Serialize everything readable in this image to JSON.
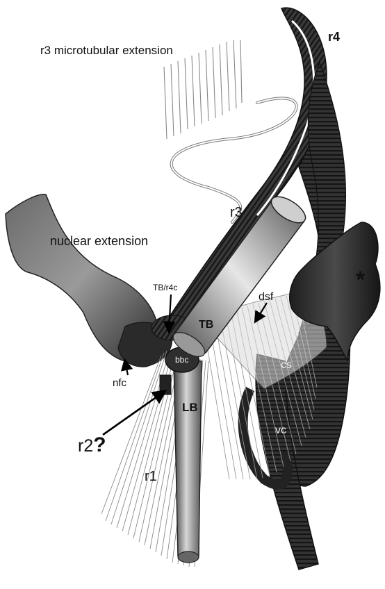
{
  "labels": {
    "r3_microtubular_extension": "r3 microtubular extension",
    "r4": "r4",
    "r3": "r3",
    "nuclear_extension": "nuclear extension",
    "tb_r4c": "TB/r4c",
    "dsf": "dsf",
    "asterisk": "*",
    "tb": "TB",
    "bbc": "bbc",
    "cs": "cs",
    "nfc": "nfc",
    "lb": "LB",
    "r2": "r2",
    "question_mark": "?",
    "vc": "vc",
    "r1": "r1"
  }
}
